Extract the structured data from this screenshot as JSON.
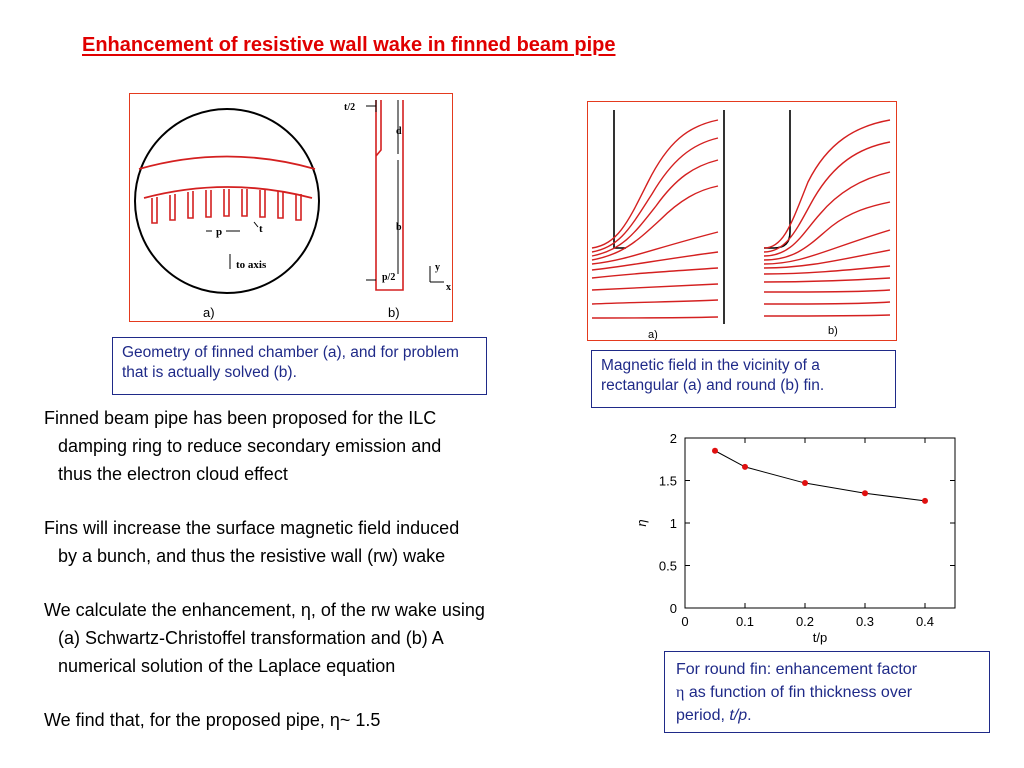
{
  "title": "Enhancement of resistive wall wake in finned beam pipe",
  "figure_a": {
    "labels": {
      "t_half": "t/2",
      "d": "d",
      "b": "b",
      "p_half": "p/2",
      "y": "y",
      "x": "x",
      "p": "p",
      "t": "t",
      "to_axis": "to axis",
      "a": "a)",
      "b_panel": "b)"
    }
  },
  "caption_geometry": "Geometry of finned chamber (a), and for problem that is actually solved (b).",
  "figure_b": {
    "labels": {
      "a": "a)",
      "b": "b)"
    }
  },
  "caption_field": "Magnetic field in the vicinity of a rectangular (a) and round (b) fin.",
  "paragraphs": [
    {
      "first": "Finned beam pipe has been proposed for the ILC",
      "rest": [
        "damping ring to reduce secondary emission and",
        "thus the electron cloud effect"
      ]
    },
    {
      "first": "Fins will increase the surface magnetic field induced",
      "rest": [
        "by a bunch, and thus the resistive wall (rw) wake"
      ]
    },
    {
      "first": "We calculate the enhancement, η, of the rw wake using",
      "rest": [
        "(a) Schwartz-Christoffel transformation and (b) A",
        "numerical solution of the Laplace equation"
      ]
    },
    {
      "first": "We find that, for the proposed pipe, η~ 1.5",
      "rest": []
    }
  ],
  "chart_data": {
    "type": "line",
    "x": [
      0.05,
      0.1,
      0.2,
      0.3,
      0.4
    ],
    "series": [
      {
        "values": [
          1.85,
          1.66,
          1.47,
          1.35,
          1.26
        ]
      }
    ],
    "xlabel": "t/p",
    "ylabel": "η",
    "xlim": [
      0,
      0.45
    ],
    "ylim": [
      0,
      2
    ],
    "xticks": [
      "0",
      "0.1",
      "0.2",
      "0.3",
      "0.4"
    ],
    "yticks": [
      "0",
      "0.5",
      "1",
      "1.5",
      "2"
    ],
    "marker_color": "#e01010",
    "line_color": "#000000",
    "grid": false
  },
  "caption_chart": {
    "line1": "For round fin: enhancement factor",
    "line2_symbol": "η",
    "line2_text": " as function of fin thickness over",
    "line3_text": "period, ",
    "line3_italic": "t/p",
    "line3_end": "."
  }
}
